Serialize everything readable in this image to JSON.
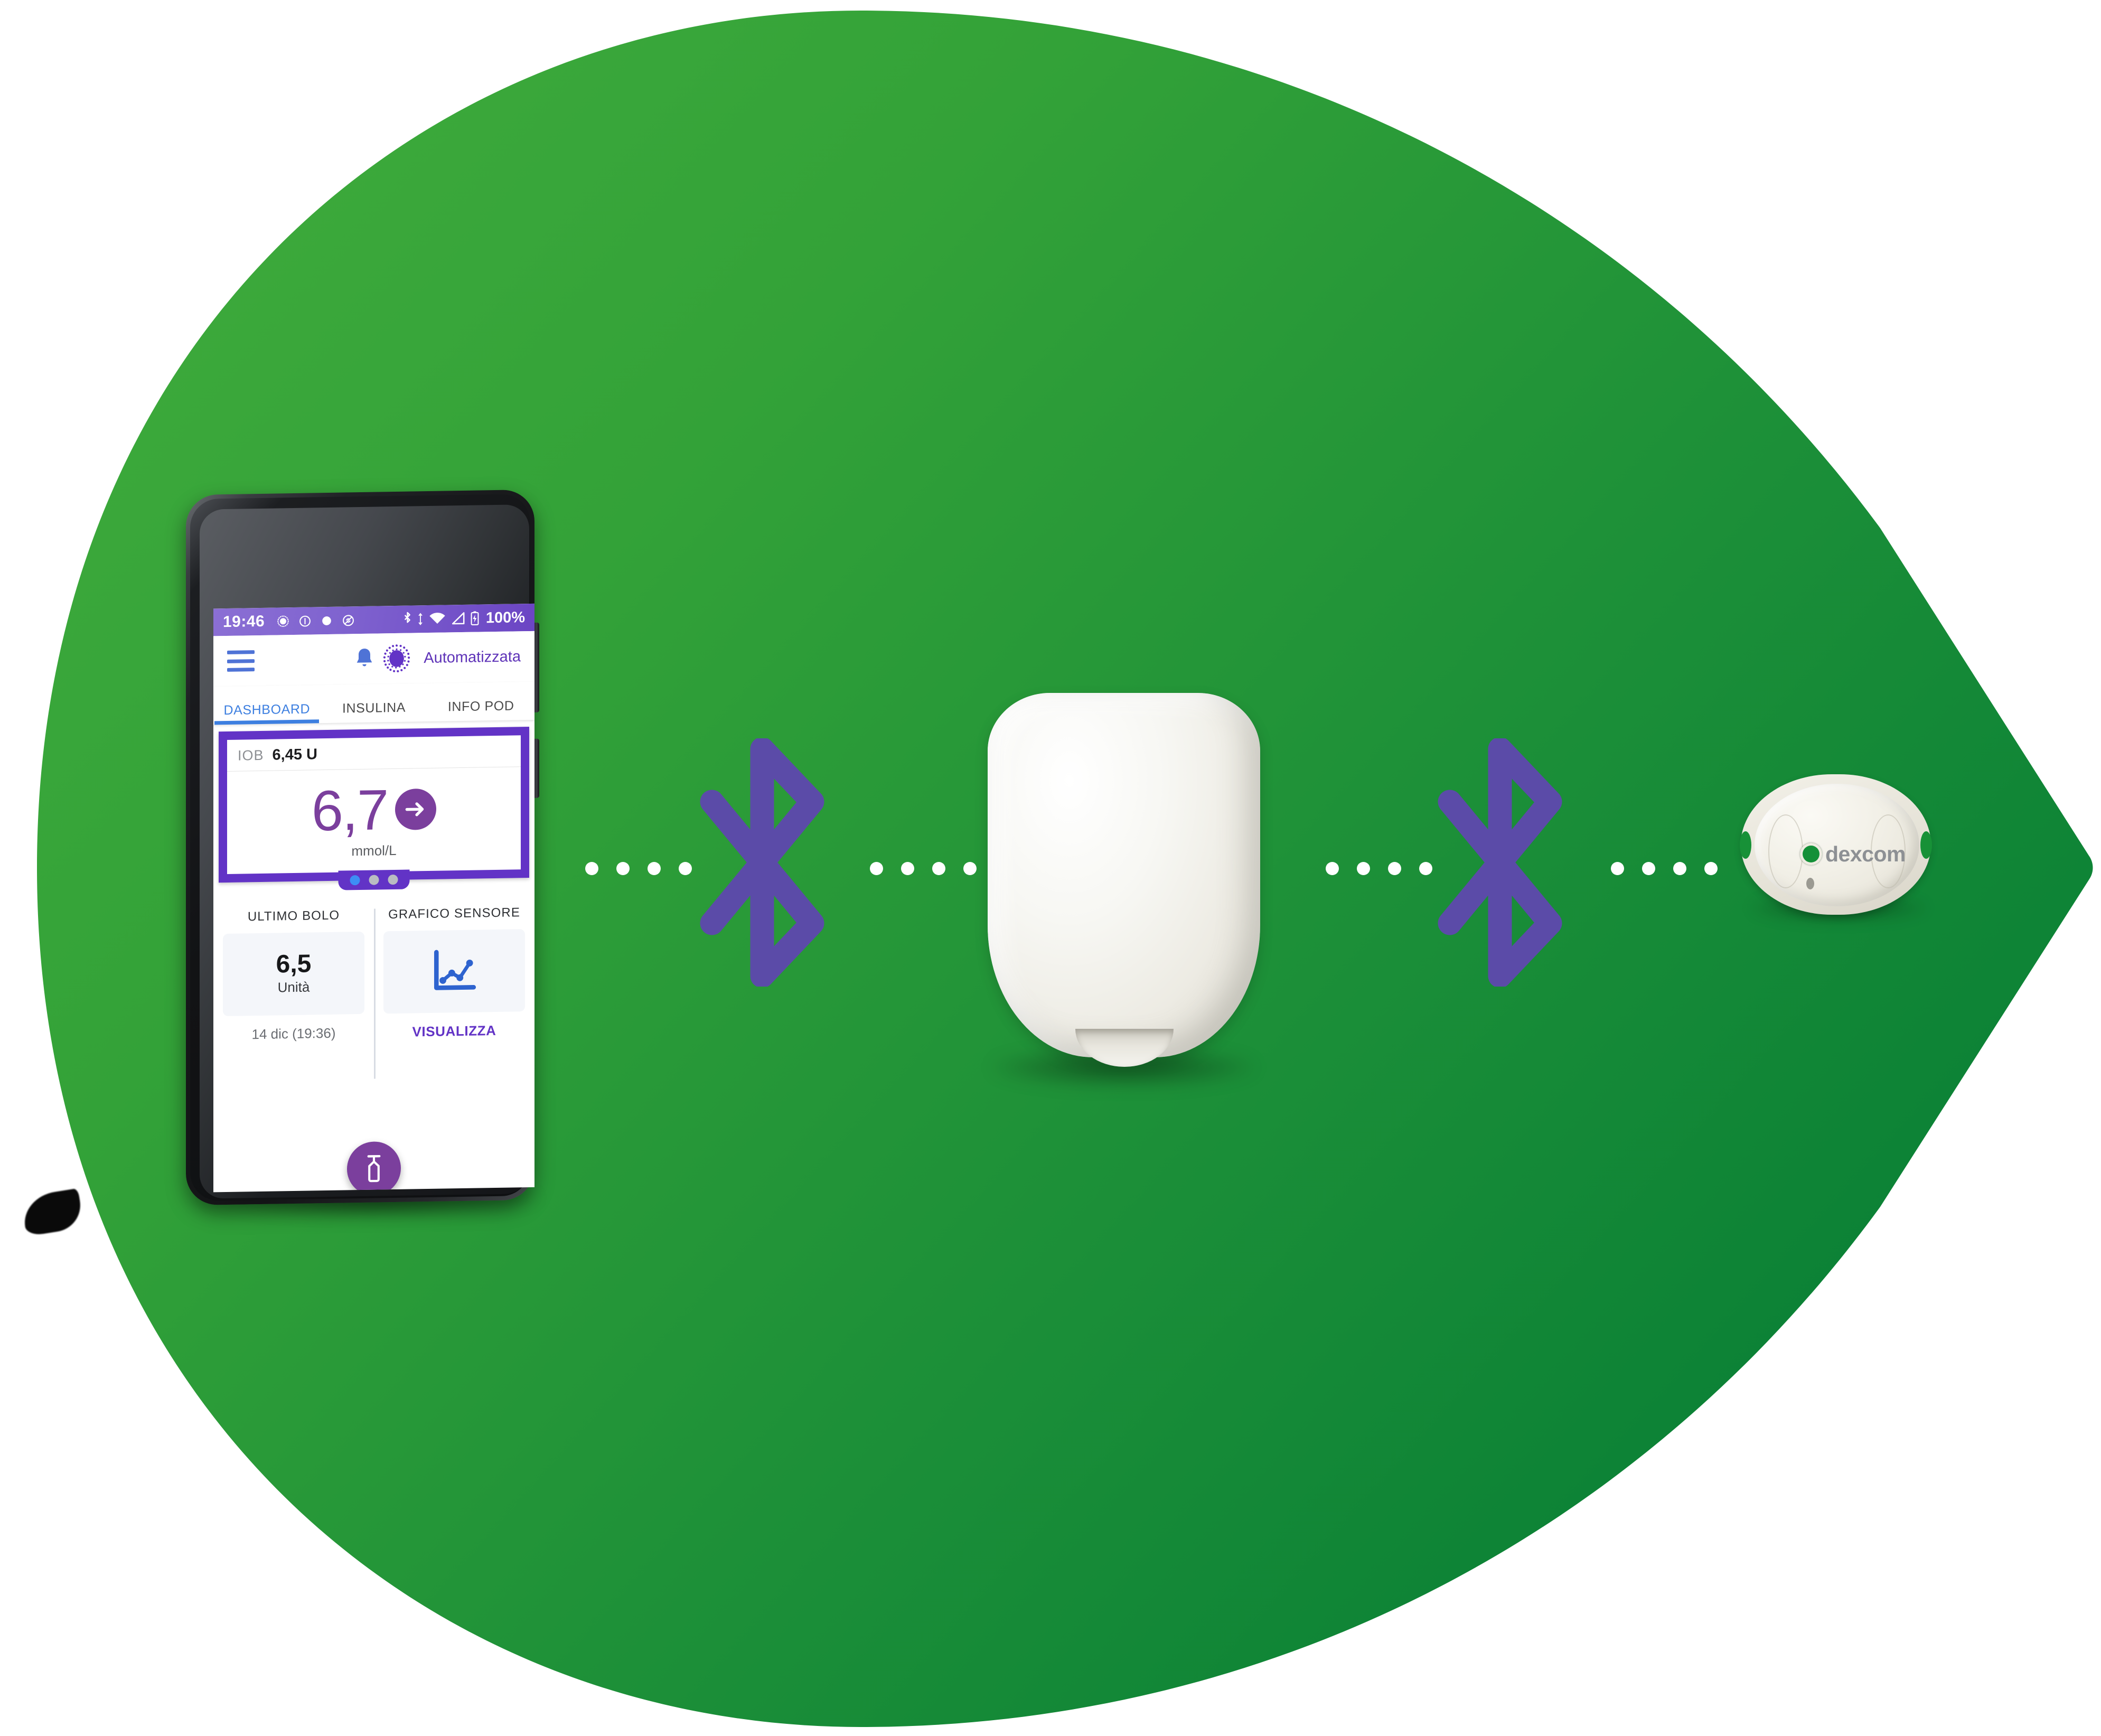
{
  "background": {
    "shape": "leaf-teardrop",
    "color_light": "#3aa839",
    "color_dark": "#0a7f35"
  },
  "phone": {
    "status_bar": {
      "time": "19:46",
      "battery_text": "100%",
      "left_icons": [
        "brightness-icon",
        "do-not-disturb-icon",
        "circle-icon",
        "mute-icon"
      ],
      "right_icons": [
        "bluetooth-icon",
        "sync-icon",
        "wifi-icon",
        "signal-icon",
        "battery-icon"
      ],
      "bg_color": "#6b45c4"
    },
    "app_bar": {
      "menu_icon": "hamburger-icon",
      "bell_icon": "bell-icon",
      "mode_icon": "automated-mode-icon",
      "mode_label": "Automatizzata",
      "mode_color": "#5e33b8"
    },
    "tabs": [
      {
        "label": "DASHBOARD",
        "active": true
      },
      {
        "label": "INSULINA",
        "active": false
      },
      {
        "label": "INFO POD",
        "active": false
      }
    ],
    "main_card": {
      "iob_label": "IOB",
      "iob_value": "6,45 U",
      "glucose_value": "6,7",
      "glucose_unit": "mmol/L",
      "trend_icon": "arrow-right-icon",
      "border_color": "#6233c6",
      "glucose_color": "#7b3f9d"
    },
    "pager": {
      "total": 3,
      "active_index": 0,
      "active_color": "#3d8ef5",
      "inactive_color": "#b9bcc2"
    },
    "panels": [
      {
        "title": "ULTIMO BOLO",
        "value": "6,5",
        "unit": "Unità",
        "footer": "14 dic (19:36)"
      },
      {
        "title": "GRAFICO SENSORE",
        "icon": "line-chart-icon",
        "link": "VISUALIZZA",
        "link_color": "#6233c6"
      }
    ],
    "fab": {
      "icon": "insulin-vial-icon",
      "color": "#7b3f9d"
    }
  },
  "connections": [
    {
      "icon": "bluetooth-icon",
      "color": "#5b4ba8"
    },
    {
      "icon": "bluetooth-icon",
      "color": "#5b4ba8"
    }
  ],
  "pod": {
    "name": "insulin-pod",
    "color": "#f2f0e8"
  },
  "sensor": {
    "name": "dexcom-sensor",
    "brand": "dexcom",
    "brand_color": "#8d9094",
    "body_color": "#eeebe1"
  }
}
